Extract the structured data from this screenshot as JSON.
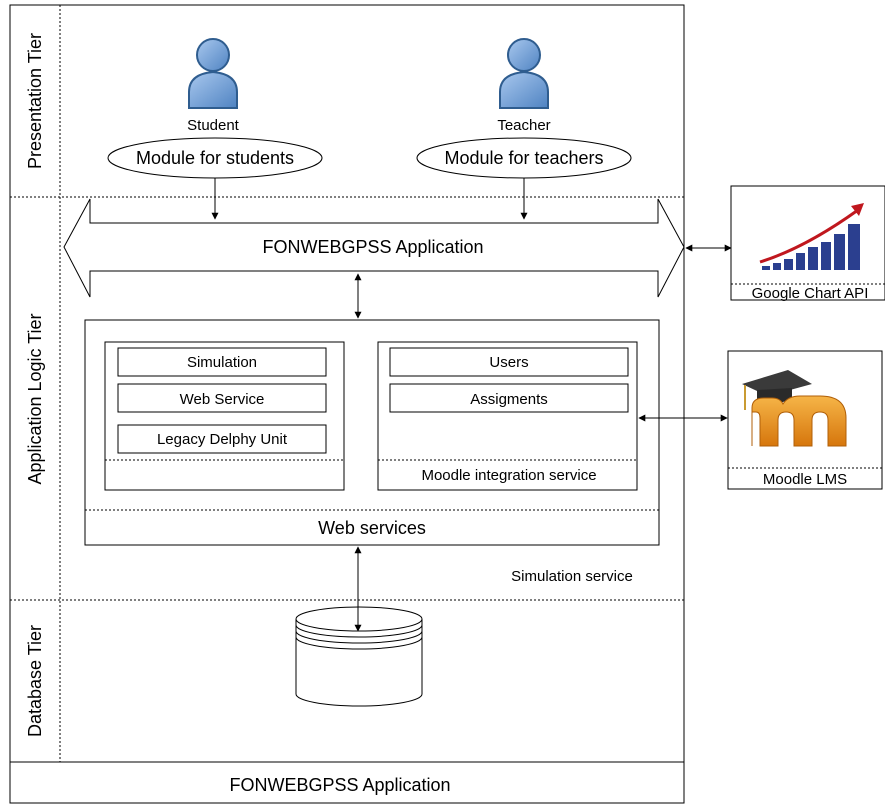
{
  "tiers": {
    "presentation": "Presentation Tier",
    "application_logic": "Application Logic Tier",
    "database": "Database Tier"
  },
  "actors": {
    "student": {
      "name": "Student",
      "module": "Module for students"
    },
    "teacher": {
      "name": "Teacher",
      "module": "Module for teachers"
    }
  },
  "app_banner": {
    "label": "FONWEBGPSS Application"
  },
  "simulation_panel": {
    "items": [
      "Simulation",
      "Web Service",
      "Legacy Delphy Unit"
    ]
  },
  "moodle_panel": {
    "items": [
      "Users",
      "Assigments"
    ],
    "footer": "Moodle integration service"
  },
  "web_services_label": "Web services",
  "simulation_service_label": "Simulation service",
  "external": {
    "google_chart": "Google Chart API",
    "moodle_lms": "Moodle LMS"
  },
  "footer_label": "FONWEBGPSS Application",
  "colors": {
    "person_fill": "#6fa0d8",
    "person_stroke": "#2f5d8f",
    "chart_bar": "#2b3f8f",
    "chart_arrow": "#c0171e",
    "moodle_orange": "#e8941a",
    "moodle_cap": "#3a3a3a"
  }
}
